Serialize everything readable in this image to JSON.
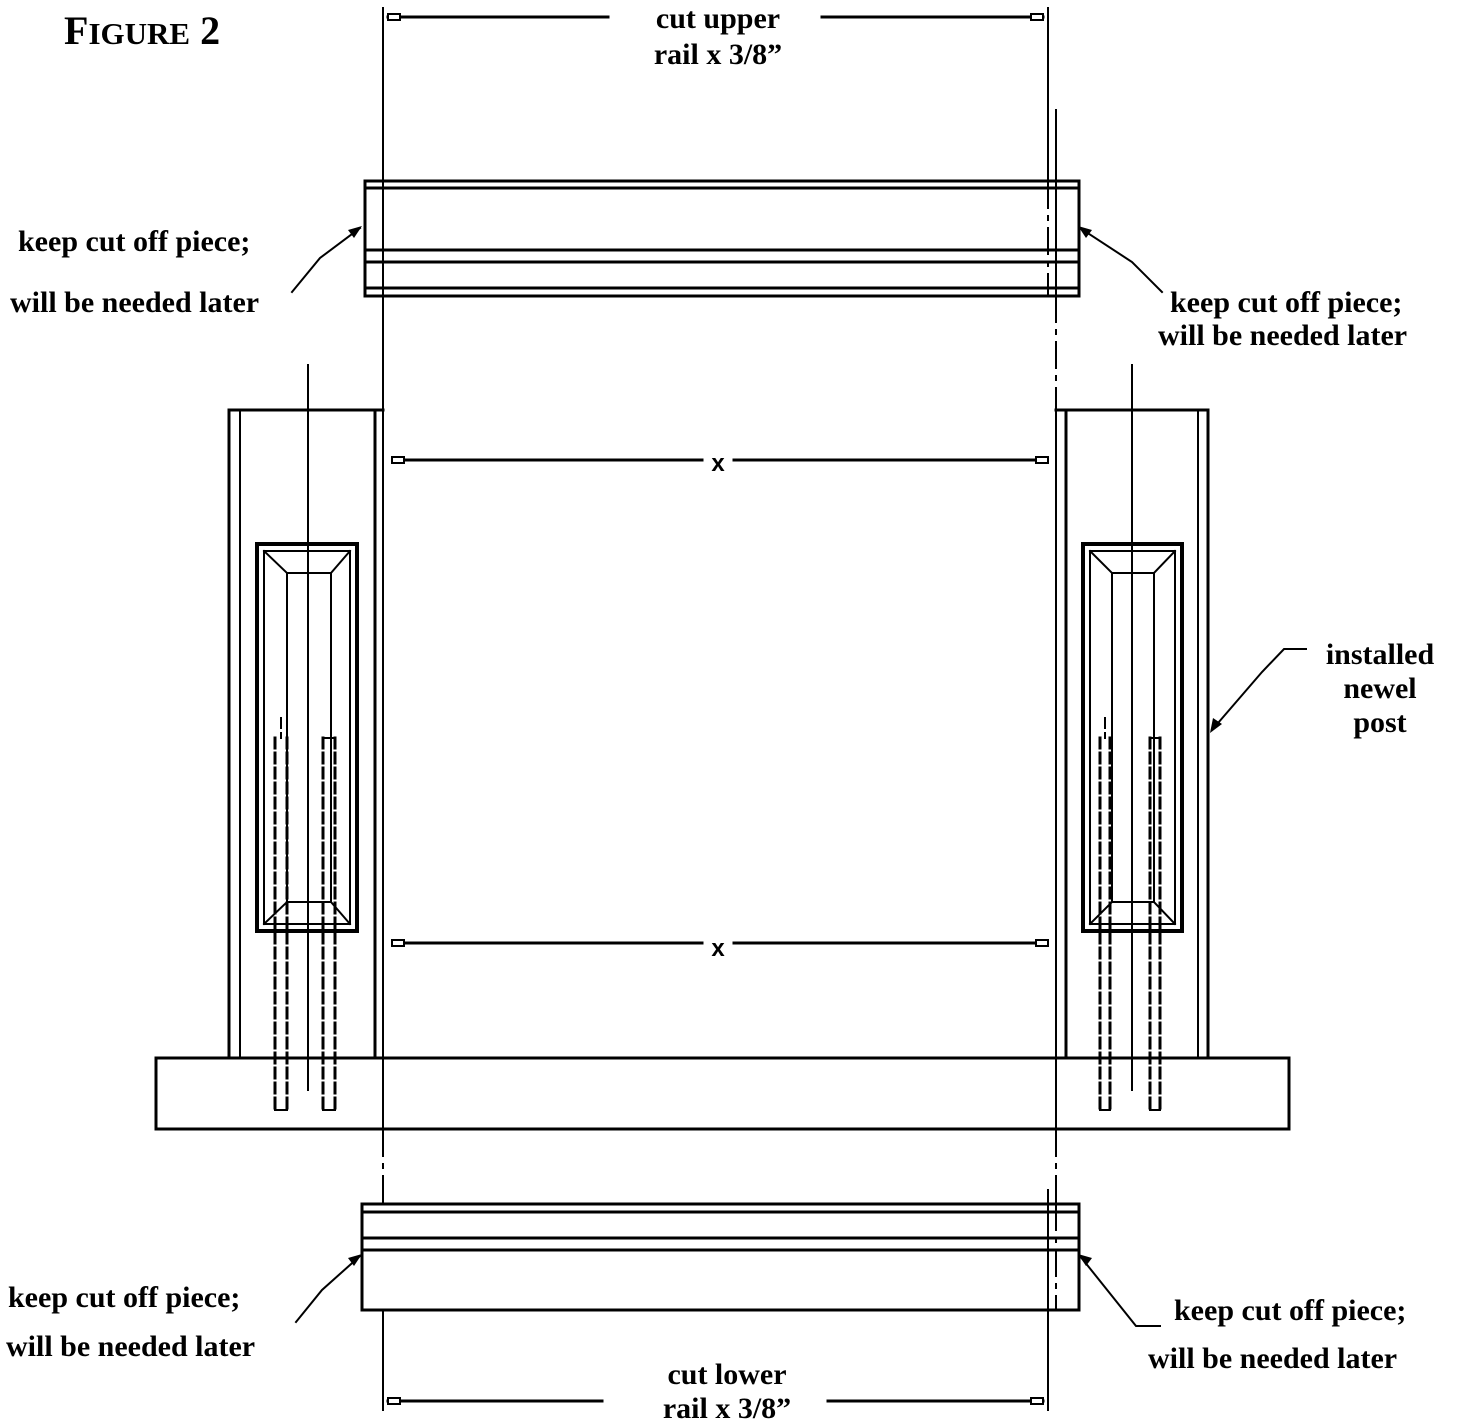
{
  "figure": {
    "initial": "F",
    "rest": "IGURE",
    "number": "2"
  },
  "labels": {
    "upper_cut_line1": "cut upper",
    "upper_cut_line2": "rail x 3/8”",
    "lower_cut_line1": "cut lower",
    "lower_cut_line2": "rail x 3/8”",
    "keep_line1": "keep cut off  piece;",
    "keep_line2": "will be needed later",
    "newel_line1": "installed",
    "newel_line2": "newel",
    "newel_line3": "post",
    "dimension_x": "x"
  }
}
